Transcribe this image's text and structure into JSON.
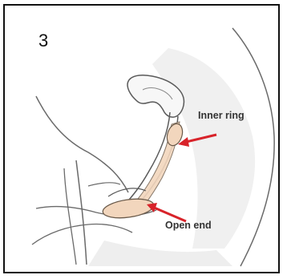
{
  "diagram": {
    "step_number": "3",
    "labels": {
      "inner_ring": "Inner ring",
      "open_end": "Open end"
    },
    "colors": {
      "outline": "#5a5a5a",
      "body_shade": "#ebebeb",
      "condom_tint": "#f2d6bd",
      "arrow": "#d8232a",
      "label_text": "#333333",
      "frame_border": "#111111"
    }
  }
}
